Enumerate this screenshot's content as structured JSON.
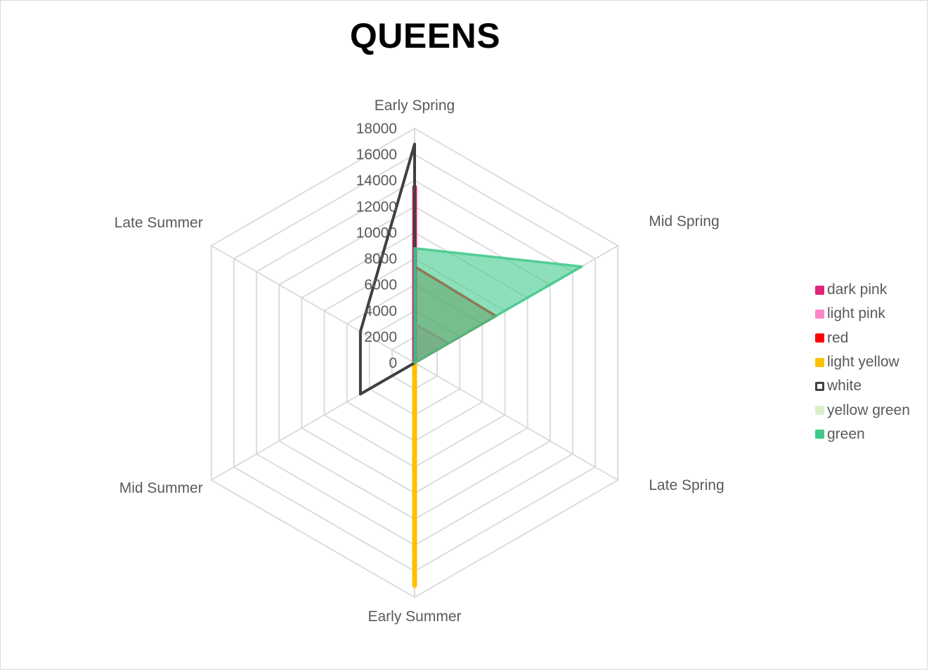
{
  "chart_data": {
    "type": "radar",
    "title": "QUEENS",
    "categories": [
      "Early Spring",
      "Mid Spring",
      "Late Spring",
      "Early Summer",
      "Mid Summer",
      "Late Summer"
    ],
    "rlim": [
      0,
      18000
    ],
    "r_ticks": [
      0,
      2000,
      4000,
      6000,
      8000,
      10000,
      12000,
      14000,
      16000,
      18000
    ],
    "grid": true,
    "legend_position": "right",
    "series": [
      {
        "name": "dark pink",
        "color": "#e0247a",
        "values": [
          13500,
          0,
          0,
          0,
          0,
          0
        ]
      },
      {
        "name": "light pink",
        "color": "#ff85c8",
        "values": [
          3000,
          3000,
          0,
          0,
          0,
          0
        ]
      },
      {
        "name": "red",
        "color": "#ff0000",
        "values": [
          7400,
          7200,
          0,
          0,
          0,
          0
        ]
      },
      {
        "name": "light yellow",
        "color": "#ffc000",
        "values": [
          0,
          0,
          0,
          17100,
          0,
          0
        ]
      },
      {
        "name": "white",
        "color": "#404040",
        "values": [
          16800,
          0,
          0,
          0,
          4800,
          4800
        ]
      },
      {
        "name": "yellow green",
        "color": "#d9efc8",
        "values": [
          0,
          0,
          0,
          0,
          0,
          0
        ]
      },
      {
        "name": "green",
        "color": "#3fc98a",
        "values": [
          8800,
          14800,
          0,
          0,
          0,
          0
        ]
      }
    ]
  }
}
